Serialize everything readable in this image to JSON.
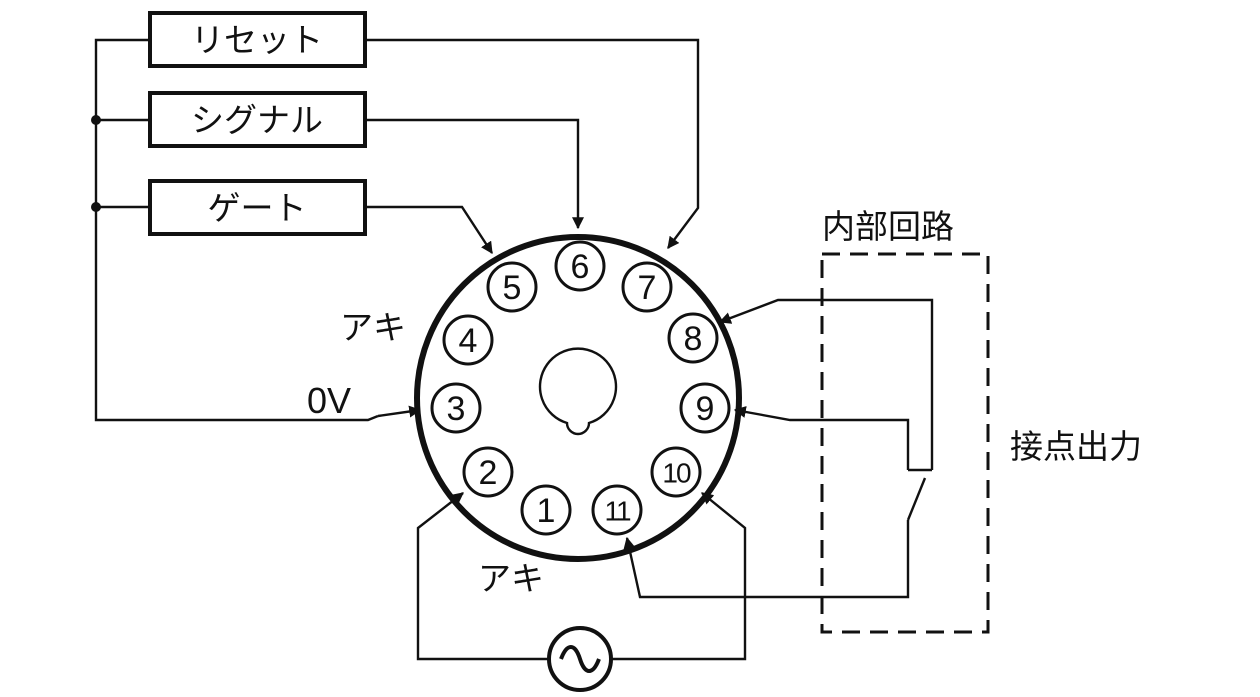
{
  "inputs": {
    "reset": "リセット",
    "signal": "シグナル",
    "gate": "ゲート"
  },
  "labels": {
    "internal_circuit": "内部回路",
    "contact_output": "接点出力",
    "unused_upper": "アキ",
    "unused_lower": "アキ",
    "zero_volt": "0V"
  },
  "pins": [
    "1",
    "2",
    "3",
    "4",
    "5",
    "6",
    "7",
    "8",
    "9",
    "10",
    "11"
  ],
  "colors": {
    "line": "#111111",
    "background": "#ffffff"
  }
}
